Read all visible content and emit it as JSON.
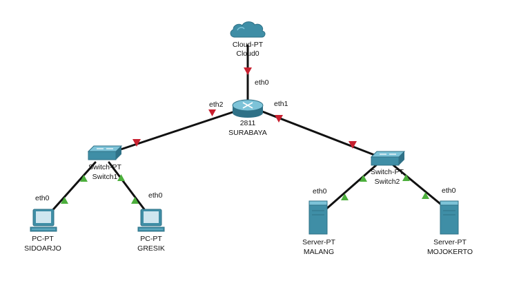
{
  "colors": {
    "link": "#111111",
    "down_marker": "#c8202f",
    "up_marker": "#4caf3c",
    "device_body": "#3f8ea6",
    "device_top": "#7dc3d8",
    "screen": "#cfe6ef"
  },
  "devices": {
    "cloud": {
      "icon": "cloud-icon",
      "model": "Cloud-PT",
      "name": "Cloud0"
    },
    "router": {
      "icon": "router-icon",
      "model": "2811",
      "name": "SURABAYA"
    },
    "switch1": {
      "icon": "switch-icon",
      "model": "Switch-PT",
      "name": "Switch1"
    },
    "switch2": {
      "icon": "switch-icon",
      "model": "Switch-PT",
      "name": "Switch2"
    },
    "pc1": {
      "icon": "pc-icon",
      "model": "PC-PT",
      "name": "SIDOARJO"
    },
    "pc2": {
      "icon": "pc-icon",
      "model": "PC-PT",
      "name": "GRESIK"
    },
    "server1": {
      "icon": "server-icon",
      "model": "Server-PT",
      "name": "MALANG"
    },
    "server2": {
      "icon": "server-icon",
      "model": "Server-PT",
      "name": "MOJOKERTO"
    }
  },
  "interfaces": {
    "cloud_router": "eth0",
    "router_sw1": "eth2",
    "router_sw2": "eth1",
    "pc1": "eth0",
    "pc2": "eth0",
    "server1": "eth0",
    "server2": "eth0"
  },
  "links": [
    {
      "from": "Cloud0",
      "to": "SURABAYA",
      "status": "down"
    },
    {
      "from": "SURABAYA",
      "to": "Switch1",
      "status": "down"
    },
    {
      "from": "SURABAYA",
      "to": "Switch2",
      "status": "down"
    },
    {
      "from": "Switch1",
      "to": "SIDOARJO",
      "status": "up"
    },
    {
      "from": "Switch1",
      "to": "GRESIK",
      "status": "up"
    },
    {
      "from": "Switch2",
      "to": "MALANG",
      "status": "up"
    },
    {
      "from": "Switch2",
      "to": "MOJOKERTO",
      "status": "up"
    }
  ]
}
